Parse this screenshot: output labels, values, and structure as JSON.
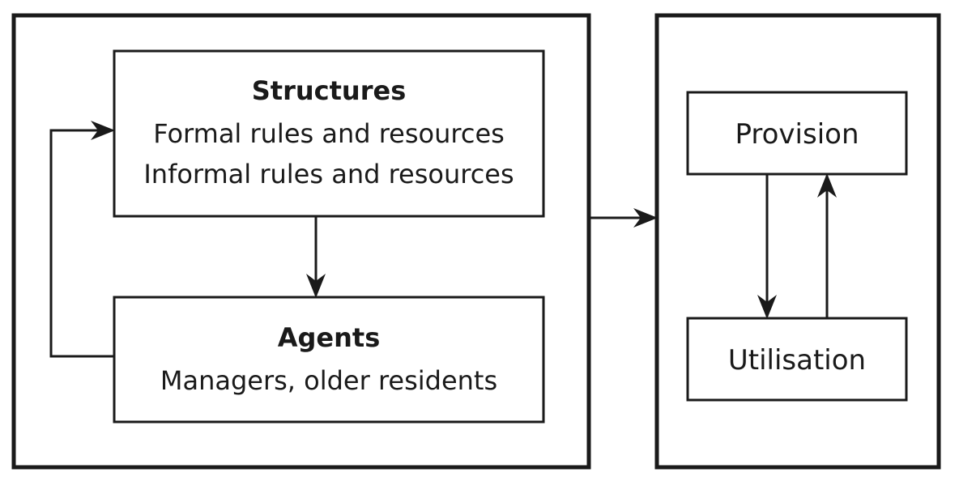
{
  "structures": {
    "title": "Structures",
    "line1": "Formal rules and resources",
    "line2": "Informal rules and resources"
  },
  "agents": {
    "title": "Agents",
    "line1": "Managers, older residents"
  },
  "provision": {
    "label": "Provision"
  },
  "utilisation": {
    "label": "Utilisation"
  }
}
